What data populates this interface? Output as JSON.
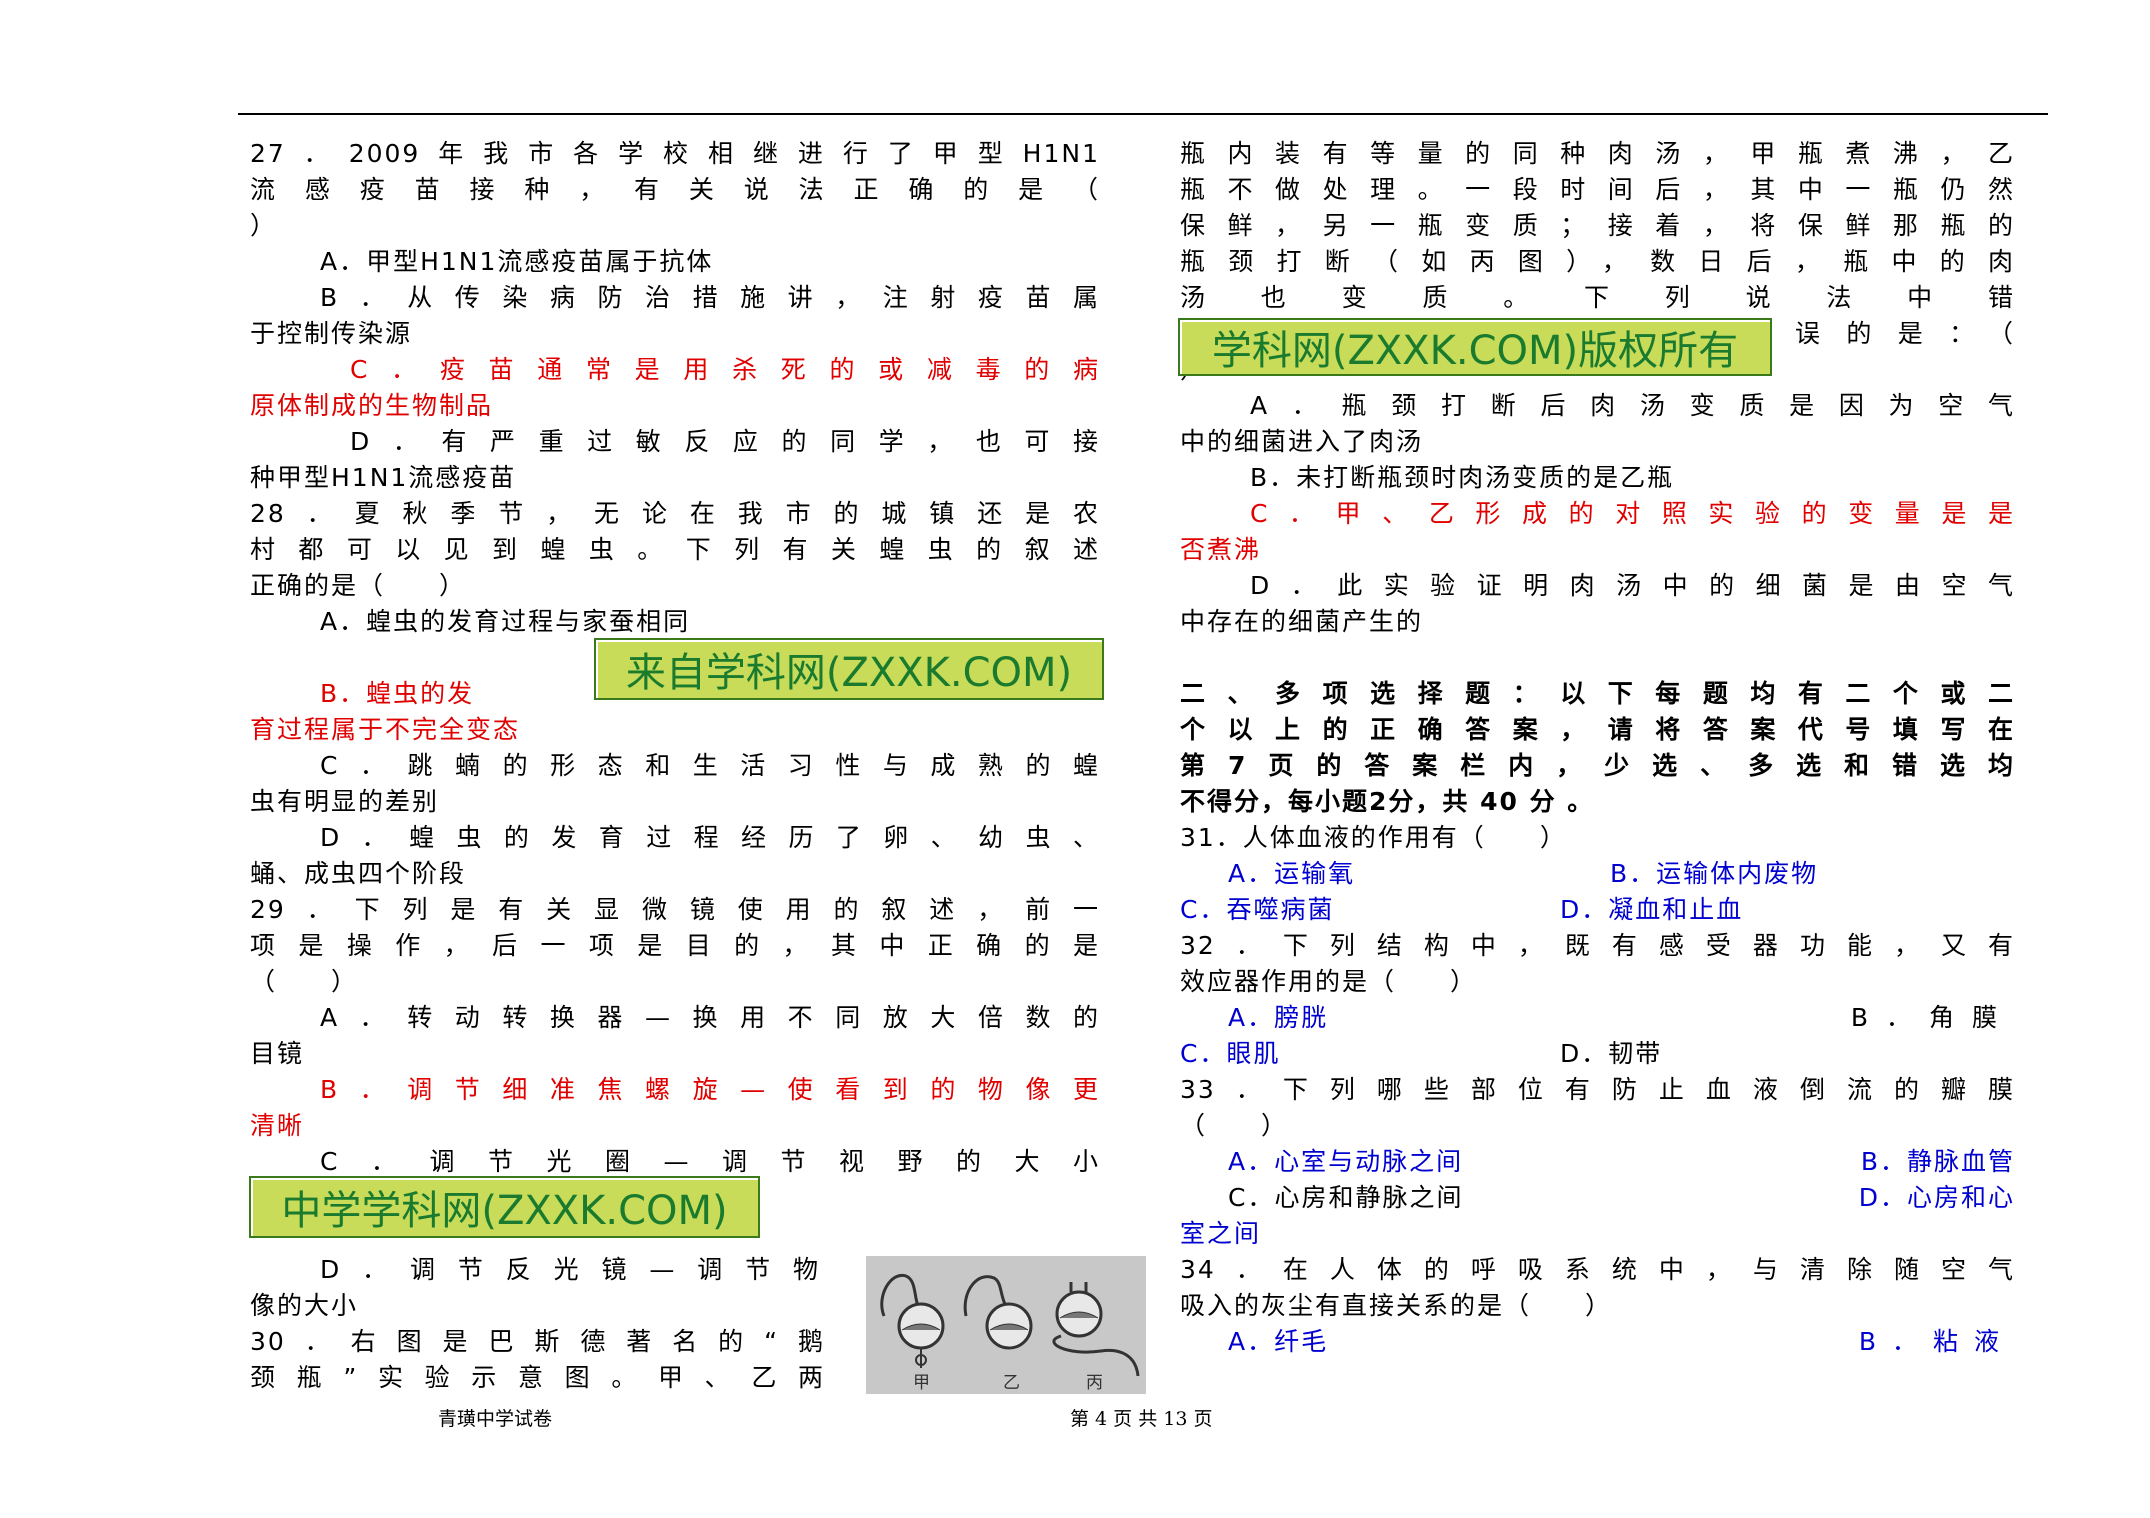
{
  "footer": {
    "school": "青璜中学试卷",
    "page": "第 4 页 共 13 页"
  },
  "banners": {
    "b1": "来自学科网(ZXXK.COM)",
    "b2": "中学学科网(ZXXK.COM)",
    "b3": "学科网(ZXXK.COM)版权所有"
  },
  "figure": {
    "labels": [
      "甲",
      "乙",
      "丙"
    ]
  },
  "left": {
    "l1": "27．2009年我市各学校相继进行了甲型H1N1",
    "l2": "流感疫苗接种，有关说法正确的是（",
    "l3": "）",
    "l4": "A．甲型H1N1流感疫苗属于抗体",
    "l5": "B．从传染病防治措施讲，注射疫苗属",
    "l6": "于控制传染源",
    "l7": "C．疫苗通常是用杀死的或减毒的病",
    "l8": "原体制成的生物制品",
    "l9": "D．有严重过敏反应的同学，也可接",
    "l10": "种甲型H1N1流感疫苗",
    "l11": "28．夏秋季节，无论在我市的城镇还是农",
    "l12": "村都可以见到蝗虫。下列有关蝗虫的叙述",
    "l13": "正确的是（　　）",
    "l14": "A．蝗虫的发育过程与家蚕相同",
    "l15": "B．蝗虫的发",
    "l16": "育过程属于不完全变态",
    "l17": "C．跳蝻的形态和生活习性与成熟的蝗",
    "l18": "虫有明显的差别",
    "l19": "D．蝗虫的发育过程经历了卵、幼虫、",
    "l20": "蛹、成虫四个阶段",
    "l21": "29．下列是有关显微镜使用的叙述，前一",
    "l22": "项是操作，后一项是目的，其中正确的是",
    "l23": "（　　）",
    "l24": "A．转动转换器—换用不同放大倍数的",
    "l25": "目镜",
    "l26": "B．调节细准焦螺旋—使看到的物像更",
    "l27": "清晰",
    "l28": "C．调节光圈—调节视野的大小",
    "l29": "D．调节反光镜—调节物",
    "l30": "像的大小",
    "l31": "30．右图是巴斯德著名的“鹅",
    "l32": "颈瓶”实验示意图。甲、乙两"
  },
  "right": {
    "r1": "瓶内装有等量的同种肉汤，甲瓶煮沸，乙",
    "r2": "瓶不做处理。一段时间后，其中一瓶仍然",
    "r3": "保鲜，另一瓶变质；接着，将保鲜那瓶的",
    "r4": "瓶颈打断（如丙图），数日后，瓶中的肉",
    "r5": "汤也变质。下列说法中错",
    "r6": "误的是：（",
    "r7": "）",
    "r8": "A．瓶颈打断后肉汤变质是因为空气",
    "r9": "中的细菌进入了肉汤",
    "r10": "B．未打断瓶颈时肉汤变质的是乙瓶",
    "r11": "C．甲、乙形成的对照实验的变量是是",
    "r12": "否煮沸",
    "r13": "D．此实验证明肉汤中的细菌是由空气",
    "r14": "中存在的细菌产生的",
    "r15": "二、多项选择题：以下每题均有二个或二",
    "r16": "个以上的正确答案，请将答案代号填写在",
    "r17": "第7页的答案栏内，少选、多选和错选均",
    "r18": "不得分，每小题2分，共 40 分 。",
    "r19": "31．人体血液的作用有（　　）",
    "r20a": "A．运输氧",
    "r20b": "B．运输体内废物",
    "r21a": "C．吞噬病菌",
    "r21b": "D．凝血和止血",
    "r22": "32．下列结构中，既有感受器功能，又有",
    "r23": "效应器作用的是（　　）",
    "r24a": "A．膀胱",
    "r24b": "B．角膜",
    "r25a": "C．眼肌",
    "r25b": "D．韧带",
    "r26": "33．下列哪些部位有防止血液倒流的瓣膜",
    "r27": "（　　）",
    "r28a": "A．心室与动脉之间",
    "r28b": "B．静脉血管",
    "r29a": "C．心房和静脉之间",
    "r29b": "D．心房和心",
    "r30": "室之间",
    "r31": "34．在人体的呼吸系统中，与清除随空气",
    "r32": "吸入的灰尘有直接关系的是（　　）",
    "r33a": "A．纤毛",
    "r33b": "B．粘液"
  }
}
